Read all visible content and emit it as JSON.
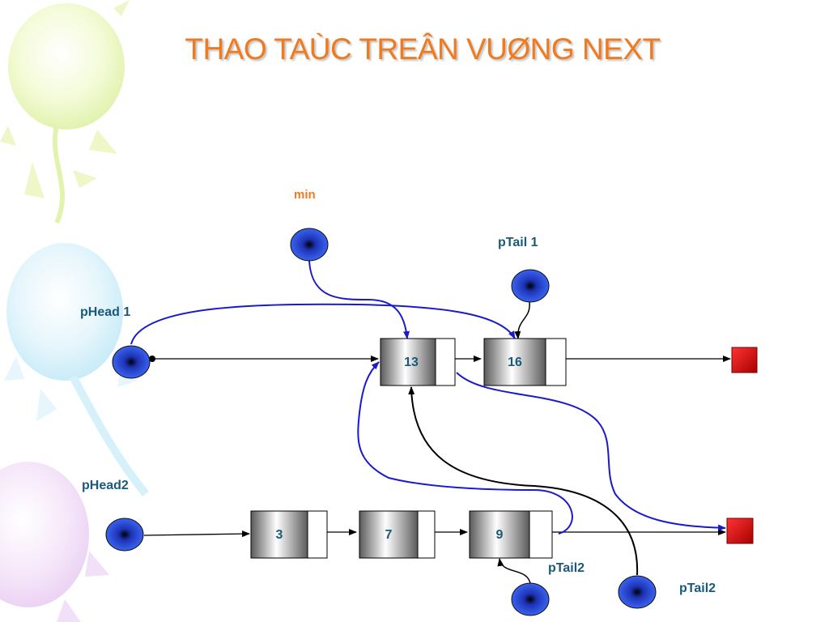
{
  "slide": {
    "title": "THAO TAÙC TREÂN VUØNG NEXT"
  },
  "labels": {
    "min": "min",
    "ptail1": "pTail 1",
    "phead1": "pHead 1",
    "phead2": "pHead2",
    "ptail2_a": "pTail2",
    "ptail2_b": "pTail2"
  },
  "list1": {
    "nodes": [
      "13",
      "16"
    ]
  },
  "list2": {
    "nodes": [
      "3",
      "7",
      "9"
    ]
  },
  "colors": {
    "title": "#f07a1e",
    "label": "#1a5a78",
    "pointer_fill": "#2a4fe0",
    "blue_link": "#1a1acc",
    "null_marker": "#dd1111"
  }
}
